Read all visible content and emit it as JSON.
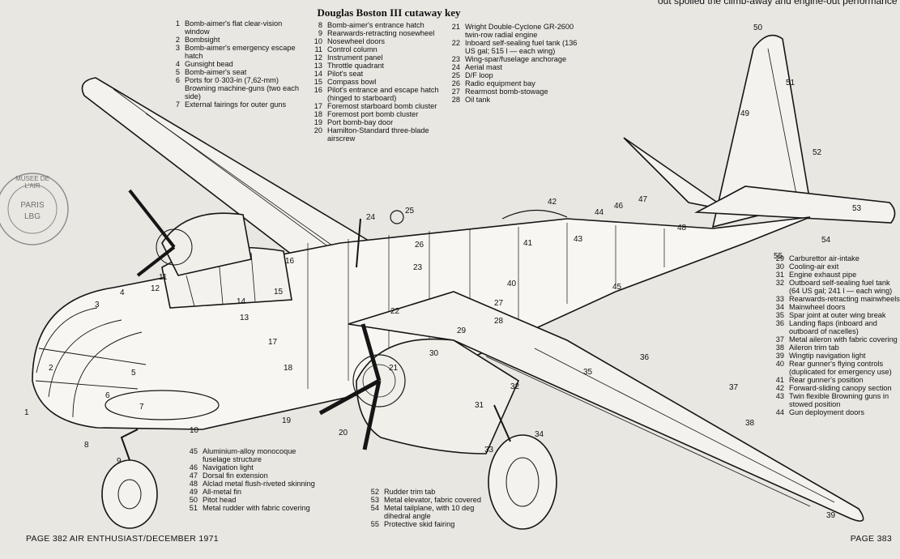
{
  "header": {
    "title": "Douglas Boston III cutaway key",
    "top_line": "out spoiled the climb-away and engine-out performance"
  },
  "stamp": {
    "line1": "PARIS",
    "line2": "LBG",
    "ring": "MUSEE DE L'AIR"
  },
  "key_columns": [
    [
      {
        "n": "1",
        "t": "Bomb-aimer's flat clear-vision window"
      },
      {
        "n": "2",
        "t": "Bombsight"
      },
      {
        "n": "3",
        "t": "Bomb-aimer's emergency escape hatch"
      },
      {
        "n": "4",
        "t": "Gunsight bead"
      },
      {
        "n": "5",
        "t": "Bomb-aimer's seat"
      },
      {
        "n": "6",
        "t": "Ports for 0·303-in (7,62-mm) Browning machine-guns (two each side)"
      },
      {
        "n": "7",
        "t": "External fairings for outer guns"
      }
    ],
    [
      {
        "n": "8",
        "t": "Bomb-aimer's entrance hatch"
      },
      {
        "n": "9",
        "t": "Rearwards-retracting nosewheel"
      },
      {
        "n": "10",
        "t": "Nosewheel doors"
      },
      {
        "n": "11",
        "t": "Control column"
      },
      {
        "n": "12",
        "t": "Instrument panel"
      },
      {
        "n": "13",
        "t": "Throttle quadrant"
      },
      {
        "n": "14",
        "t": "Pilot's seat"
      },
      {
        "n": "15",
        "t": "Compass bowl"
      },
      {
        "n": "16",
        "t": "Pilot's entrance and escape hatch (hinged to starboard)"
      },
      {
        "n": "17",
        "t": "Foremost starboard bomb cluster"
      },
      {
        "n": "18",
        "t": "Foremost port bomb cluster"
      },
      {
        "n": "19",
        "t": "Port bomb-bay door"
      },
      {
        "n": "20",
        "t": "Hamilton-Standard three-blade airscrew"
      }
    ],
    [
      {
        "n": "21",
        "t": "Wright Double-Cyclone GR-2600 twin-row radial engine"
      },
      {
        "n": "22",
        "t": "Inboard self-sealing fuel tank (136 US gal; 515 l — each wing)"
      },
      {
        "n": "23",
        "t": "Wing-spar/fuselage anchorage"
      },
      {
        "n": "24",
        "t": "Aerial mast"
      },
      {
        "n": "25",
        "t": "D/F loop"
      },
      {
        "n": "26",
        "t": "Radio equipment bay"
      },
      {
        "n": "27",
        "t": "Rearmost bomb-stowage"
      },
      {
        "n": "28",
        "t": "Oil tank"
      }
    ],
    [
      {
        "n": "29",
        "t": "Carburettor air-intake"
      },
      {
        "n": "30",
        "t": "Cooling-air exit"
      },
      {
        "n": "31",
        "t": "Engine exhaust pipe"
      },
      {
        "n": "32",
        "t": "Outboard self-sealing fuel tank (64 US gal; 241 l — each wing)"
      },
      {
        "n": "33",
        "t": "Rearwards-retracting mainwheels"
      },
      {
        "n": "34",
        "t": "Mainwheel doors"
      },
      {
        "n": "35",
        "t": "Spar joint at outer wing break"
      },
      {
        "n": "36",
        "t": "Landing flaps (inboard and outboard of nacelles)"
      },
      {
        "n": "37",
        "t": "Metal aileron with fabric covering"
      },
      {
        "n": "38",
        "t": "Aileron trim tab"
      },
      {
        "n": "39",
        "t": "Wingtip navigation light"
      },
      {
        "n": "40",
        "t": "Rear gunner's flying controls (duplicated for emergency use)"
      },
      {
        "n": "41",
        "t": "Rear gunner's position"
      },
      {
        "n": "42",
        "t": "Forward-sliding canopy section"
      },
      {
        "n": "43",
        "t": "Twin flexible Browning guns in stowed position"
      },
      {
        "n": "44",
        "t": "Gun deployment doors"
      }
    ],
    [
      {
        "n": "45",
        "t": "Aluminium-alloy monocoque fuselage structure"
      },
      {
        "n": "46",
        "t": "Navigation light"
      },
      {
        "n": "47",
        "t": "Dorsal fin extension"
      },
      {
        "n": "48",
        "t": "Alclad metal flush-riveted skinning"
      },
      {
        "n": "49",
        "t": "All-metal fin"
      },
      {
        "n": "50",
        "t": "Pitot head"
      },
      {
        "n": "51",
        "t": "Metal rudder with fabric covering"
      }
    ],
    [
      {
        "n": "52",
        "t": "Rudder trim tab"
      },
      {
        "n": "53",
        "t": "Metal elevator, fabric covered"
      },
      {
        "n": "54",
        "t": "Metal tailplane, with 10 deg dihedral angle"
      },
      {
        "n": "55",
        "t": "Protective skid fairing"
      }
    ]
  ],
  "callouts": [
    "1",
    "2",
    "3",
    "4",
    "5",
    "6",
    "7",
    "8",
    "9",
    "10",
    "11",
    "12",
    "13",
    "14",
    "15",
    "16",
    "17",
    "18",
    "19",
    "20",
    "21",
    "22",
    "23",
    "24",
    "25",
    "26",
    "27",
    "28",
    "29",
    "30",
    "31",
    "32",
    "33",
    "34",
    "35",
    "36",
    "37",
    "38",
    "39",
    "40",
    "41",
    "42",
    "43",
    "44",
    "45",
    "46",
    "47",
    "48",
    "49",
    "50",
    "51",
    "52",
    "53",
    "54",
    "55"
  ],
  "footer": {
    "left": "PAGE 382  AIR ENTHUSIAST/DECEMBER 1971",
    "right": "PAGE 383"
  }
}
